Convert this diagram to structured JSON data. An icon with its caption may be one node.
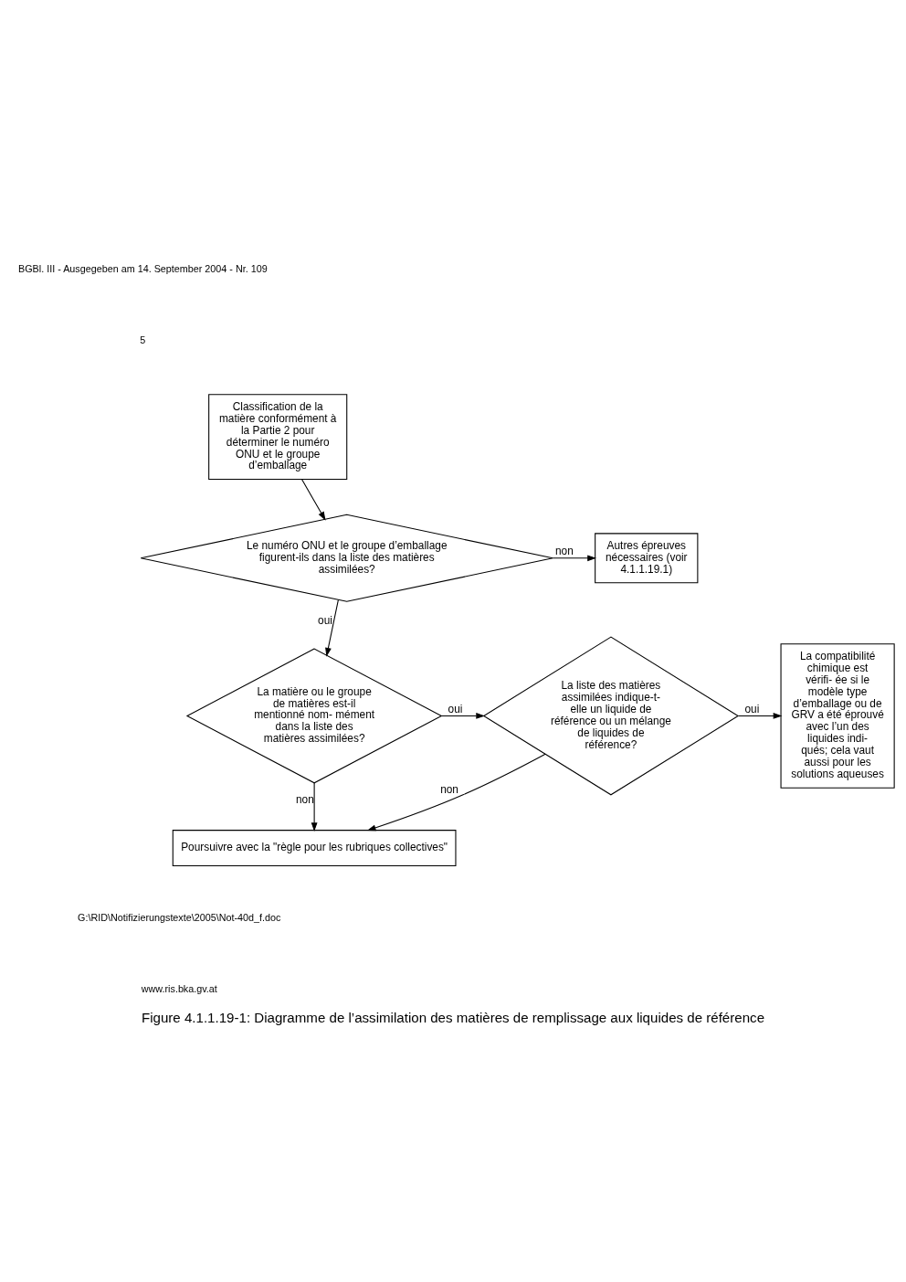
{
  "diagram": {
    "caption": "Figure 4.1.1.19-1: Diagramme de l’assimilation des matières de remplissage aux liquides de référence",
    "nodes": [
      {
        "text": [
          "Classification de la matière conformément à la Partie 2 pour déterminer le numéro ONU et le groupe d’emballage"
        ]
      },
      {
        "text": [
          "Le numéro ONU et le groupe d’emballage figurent-ils dans la liste des matières assimilées?"
        ]
      },
      {
        "text": [
          "Autres épreuves nécessaires (voir 4.1.1.19.1)"
        ]
      },
      {
        "text": [
          "La matière ou le groupe de matières est-il mentionné nom- mément dans la liste des matières assimilées?"
        ]
      },
      {
        "text": [
          "La liste des matières assimilées indique-t-elle un liquide de référence ou un mélange de liquides de référence?"
        ]
      },
      {
        "text": [
          "La compatibilité chimique est vérifi- ée si le modèle type d’emballage ou de GRV a été éprouvé avec l’un des liquides indi- qués; cela vaut aussi pour les solutions aqueuses"
        ]
      },
      {
        "text": [
          "Poursuivre avec la \"règle pour les rubriques collectives\""
        ]
      }
    ],
    "edges": [
      {
        "from": 0,
        "to": 1,
        "arrow": "to"
      },
      {
        "from": 1,
        "to": 2,
        "arrow": "to",
        "label": "non"
      },
      {
        "from": 1,
        "to": 3,
        "arrow": "to",
        "label": "oui"
      },
      {
        "from": 3,
        "to": 4,
        "arrow": "to",
        "label": "oui"
      },
      {
        "from": 4,
        "to": 5,
        "arrow": "to",
        "label": "oui"
      },
      {
        "from": 3,
        "to": 6,
        "arrow": "to",
        "label": "non"
      },
      {
        "from": 4,
        "to": 6,
        "arrow": "to",
        "label": "non"
      }
    ],
    "labels": [
      "BGBl. III - Ausgegeben am 14. September 2004 - Nr. 109",
      "5",
      "G:\\RID\\Notifizierungstexte\\2005\\Not-40d_f.doc",
      "www.ris.bka.gv.at"
    ]
  }
}
